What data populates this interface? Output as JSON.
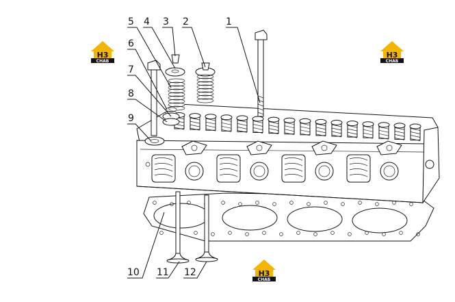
{
  "callouts": [
    {
      "id": "c1",
      "label": "1"
    },
    {
      "id": "c2",
      "label": "2"
    },
    {
      "id": "c3",
      "label": "3"
    },
    {
      "id": "c4",
      "label": "4"
    },
    {
      "id": "c5",
      "label": "5"
    },
    {
      "id": "c6",
      "label": "6"
    },
    {
      "id": "c7",
      "label": "7"
    },
    {
      "id": "c8",
      "label": "8"
    },
    {
      "id": "c9",
      "label": "9"
    },
    {
      "id": "c10",
      "label": "10"
    },
    {
      "id": "c11",
      "label": "11"
    },
    {
      "id": "c12",
      "label": "12"
    }
  ],
  "logo": {
    "mark": "H3",
    "text": "CHAБ",
    "colors": {
      "top": "#f2b500",
      "bottom": "#111111",
      "mark": "#111111"
    }
  }
}
